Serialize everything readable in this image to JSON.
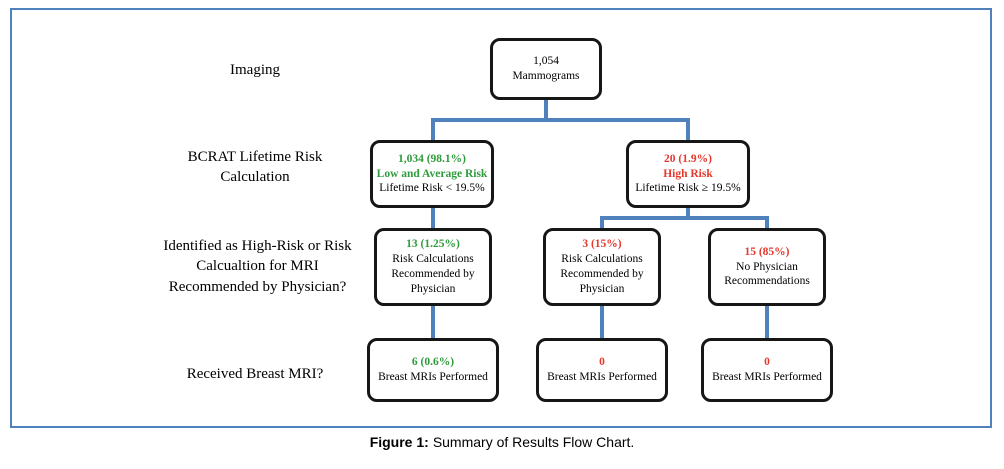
{
  "colors": {
    "green": "#2f9b3c",
    "red": "#e5372b",
    "line": "#4f81bd",
    "frame": "#4f81bd"
  },
  "row_labels": {
    "imaging": "Imaging",
    "bcrat": "BCRAT Lifetime Risk\nCalculation",
    "identified": "Identified as High-Risk or Risk\nCalcualtion for MRI\nRecommended by Physician?",
    "received": "Received Breast MRI?"
  },
  "nodes": {
    "mammograms": {
      "value": "1,054",
      "label": "Mammograms"
    },
    "low_avg_risk": {
      "value": "1,034 (98.1%)",
      "name": "Low and Average Risk",
      "criteria": "Lifetime Risk < 19.5%"
    },
    "high_risk": {
      "value": "20 (1.9%)",
      "name": "High Risk",
      "criteria": "Lifetime Risk ≥ 19.5%"
    },
    "low_risk_calc": {
      "value": "13 (1.25%)",
      "label": "Risk Calculations\nRecommended by\nPhysician"
    },
    "high_risk_calc": {
      "value": "3 (15%)",
      "label": "Risk Calculations\nRecommended by\nPhysician"
    },
    "no_physician_rec": {
      "value": "15 (85%)",
      "label": "No Physician\nRecommendations"
    },
    "mri_low": {
      "value": "6 (0.6%)",
      "label": "Breast MRIs Performed"
    },
    "mri_mid": {
      "value": "0",
      "label": "Breast MRIs Performed"
    },
    "mri_right": {
      "value": "0",
      "label": "Breast MRIs Performed"
    }
  },
  "caption": {
    "label": "Figure 1:",
    "text": "Summary of Results Flow Chart."
  }
}
